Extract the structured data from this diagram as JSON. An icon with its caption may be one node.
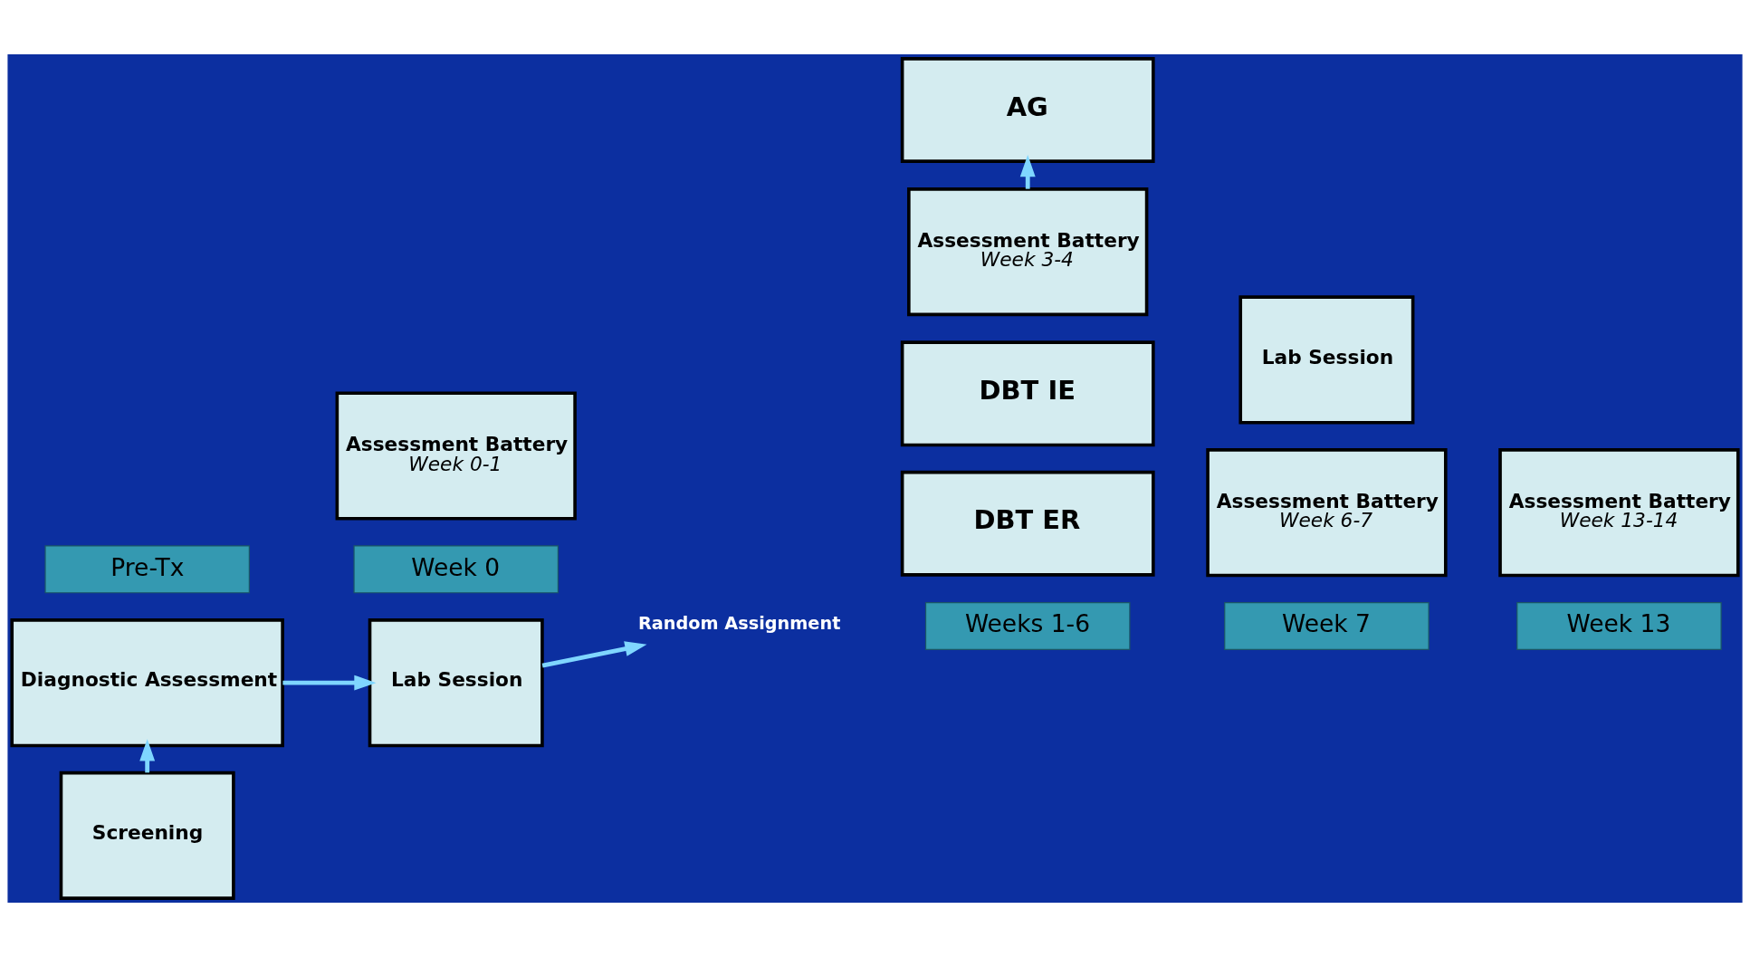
{
  "diagram": {
    "nodes": [
      {
        "text": [
          "Pre-Tx"
        ]
      },
      {
        "text": [
          "Week 0"
        ]
      },
      {
        "text": [
          "Weeks 1-6"
        ]
      },
      {
        "text": [
          "Week 7"
        ]
      },
      {
        "text": [
          "Week 13"
        ]
      },
      {
        "text": [
          "Screening"
        ]
      },
      {
        "text": [
          "Diagnostic Assessment"
        ]
      },
      {
        "text": [
          "Assessment Battery",
          "Week 0-1"
        ]
      },
      {
        "text": [
          "Lab Session"
        ]
      },
      {
        "text": [
          "Random Assignment"
        ]
      },
      {
        "text": [
          "DBT ER"
        ]
      },
      {
        "text": [
          "DBT IE"
        ]
      },
      {
        "text": [
          "AG"
        ]
      },
      {
        "text": [
          "Assessment Battery",
          "Week 6-7"
        ]
      },
      {
        "text": [
          "Lab Session"
        ]
      },
      {
        "text": [
          "Assessment Battery",
          "Week 13-14"
        ]
      },
      {
        "text": [
          "Assessment Battery",
          "Week 3-4"
        ]
      }
    ],
    "edges": [
      {
        "from": 5,
        "to": 6,
        "arrow": "to"
      },
      {
        "from": 6,
        "to": 8,
        "arrow": "to"
      },
      {
        "from": 8,
        "to": 9,
        "arrow": "to"
      },
      {
        "from": 16,
        "to": 12,
        "arrow": "to"
      }
    ]
  }
}
